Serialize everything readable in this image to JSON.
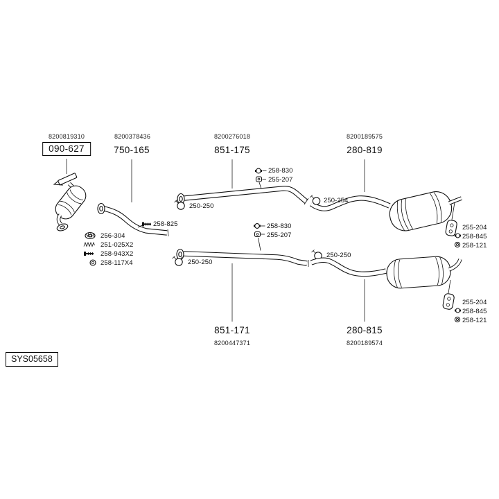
{
  "diagram_code": "SYS05658",
  "sections": [
    {
      "oe_ref": "8200819310",
      "part_no": "090-627"
    },
    {
      "oe_ref": "8200378436",
      "part_no": "750-165"
    },
    {
      "oe_ref": "8200276018",
      "part_no": "851-175"
    },
    {
      "oe_ref": "8200189575",
      "part_no": "280-819"
    },
    {
      "oe_ref": "8200447371",
      "part_no": "851-171"
    },
    {
      "oe_ref": "8200189574",
      "part_no": "280-815"
    }
  ],
  "callouts": {
    "clamp_830_upper": "258-830",
    "hanger_207_upper": "255-207",
    "clamp_250_upper": "250-250",
    "clamp_254": "250-254",
    "bolt_825": "258-825",
    "gasket_304": "256-304",
    "spring_025": "251-025X2",
    "bolt_943": "258-943X2",
    "nut_117": "258-117X4",
    "clamp_830_lower": "258-830",
    "hanger_207_lower": "255-207",
    "clamp_250_lower": "250-250",
    "clamp_250_rear": "250-250",
    "bracket_204_upper": "255-204",
    "clamp_845_upper": "258-845",
    "ring_121_upper": "258-121",
    "bracket_204_lower": "255-204",
    "clamp_845_lower": "258-845",
    "ring_121_lower": "258-121"
  }
}
